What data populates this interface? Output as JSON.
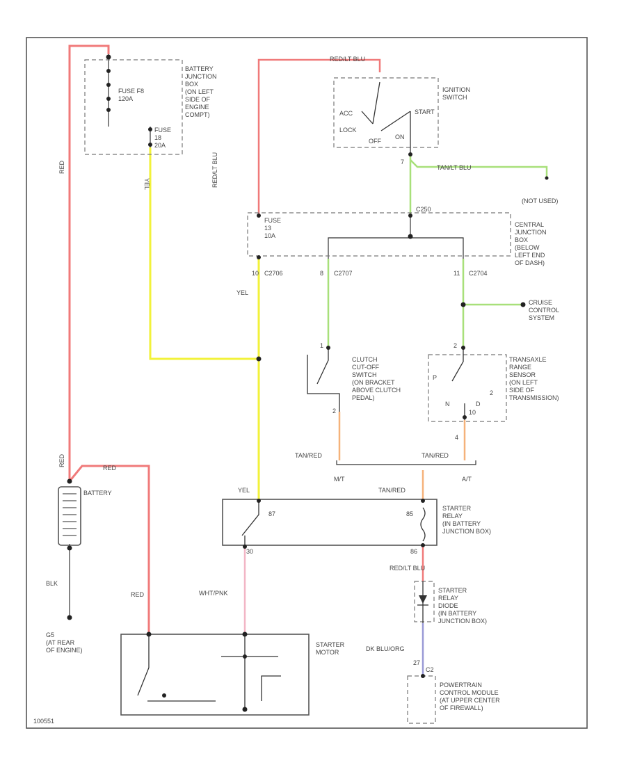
{
  "colors": {
    "red": "#f07a7a",
    "yellow": "#f2f23a",
    "green": "#a8e07a",
    "orange": "#f5b27a",
    "pink": "#f2b6c6",
    "blue": "#9a9ad6",
    "black": "#333333"
  },
  "wires": {
    "red": "RED",
    "yel": "YEL",
    "redlt_blu": "RED/LT BLU",
    "tanlt_blu": "TAN/LT BLU",
    "tanblk_blu": "TAN/LT BLU",
    "tan_red": "TAN/RED",
    "wht_pnk": "WHT/PNK",
    "blk": "BLK",
    "dk_blu_org": "DK BLU/ORG",
    "red_ltblu": "RED/LT BLU"
  },
  "components": {
    "battery_jbox": [
      "BATTERY",
      "JUNCTION",
      "BOX",
      "(ON LEFT",
      "SIDE OF",
      "ENGINE",
      "COMPT)"
    ],
    "fuse8": [
      "FUSE F8",
      "120A"
    ],
    "fuse18": [
      "FUSE",
      "18",
      "20A"
    ],
    "ignition": [
      "IGNITION",
      "SWITCH"
    ],
    "ign_acc": "ACC",
    "ign_lock": "LOCK",
    "ign_off": "OFF",
    "ign_on": "ON",
    "ign_start": "START",
    "not_used": "(NOT USED)",
    "central_jbox": [
      "CENTRAL",
      "JUNCTION",
      "BOX",
      "(BELOW",
      "LEFT END",
      "OF DASH)"
    ],
    "fuse13": [
      "FUSE",
      "13",
      "10A"
    ],
    "cruise": [
      "CRUISE",
      "CONTROL",
      "SYSTEM"
    ],
    "clutch": [
      "CLUTCH",
      "CUT-OFF",
      "SWITCH",
      "(ON BRACKET",
      "ABOVE CLUTCH",
      "PEDAL)"
    ],
    "trans": [
      "TRANSAXLE",
      "RANGE",
      "SENSOR",
      "(ON LEFT",
      "SIDE OF",
      "TRANSMISSION)"
    ],
    "trans_p": "P",
    "trans_n": "N",
    "trans_d": "D",
    "trans_2": "2",
    "mt": "M/T",
    "at": "A/T",
    "battery": "BATTERY",
    "g": [
      "G5",
      "(AT REAR",
      "OF ENGINE)"
    ],
    "starter_relay": [
      "STARTER",
      "RELAY",
      "(IN BATTERY",
      "JUNCTION BOX)"
    ],
    "relay_87": "87",
    "relay_30": "30",
    "relay_85": "85",
    "relay_86": "86",
    "diode": [
      "STARTER",
      "RELAY",
      "DIODE",
      "(IN BATTERY",
      "JUNCTION BOX)"
    ],
    "starter_motor": [
      "STARTER",
      "MOTOR"
    ],
    "pcm": [
      "POWERTRAIN",
      "CONTROL MODULE",
      "(AT UPPER CENTER",
      "OF FIREWALL)"
    ]
  },
  "connectors": {
    "c250": "C250",
    "c2706": "C2706",
    "c2707": "C2707",
    "c2704": "C2704",
    "pin_7a": "7",
    "pin_10": "10",
    "pin_8": "8",
    "pin_11": "11",
    "pin_1": "1",
    "pin_2a": "2",
    "pin_2b": "2",
    "pin_10b": "10",
    "pin_4": "4",
    "pin_27": "27",
    "pcm_code": "C2"
  },
  "figure_id": "100551"
}
